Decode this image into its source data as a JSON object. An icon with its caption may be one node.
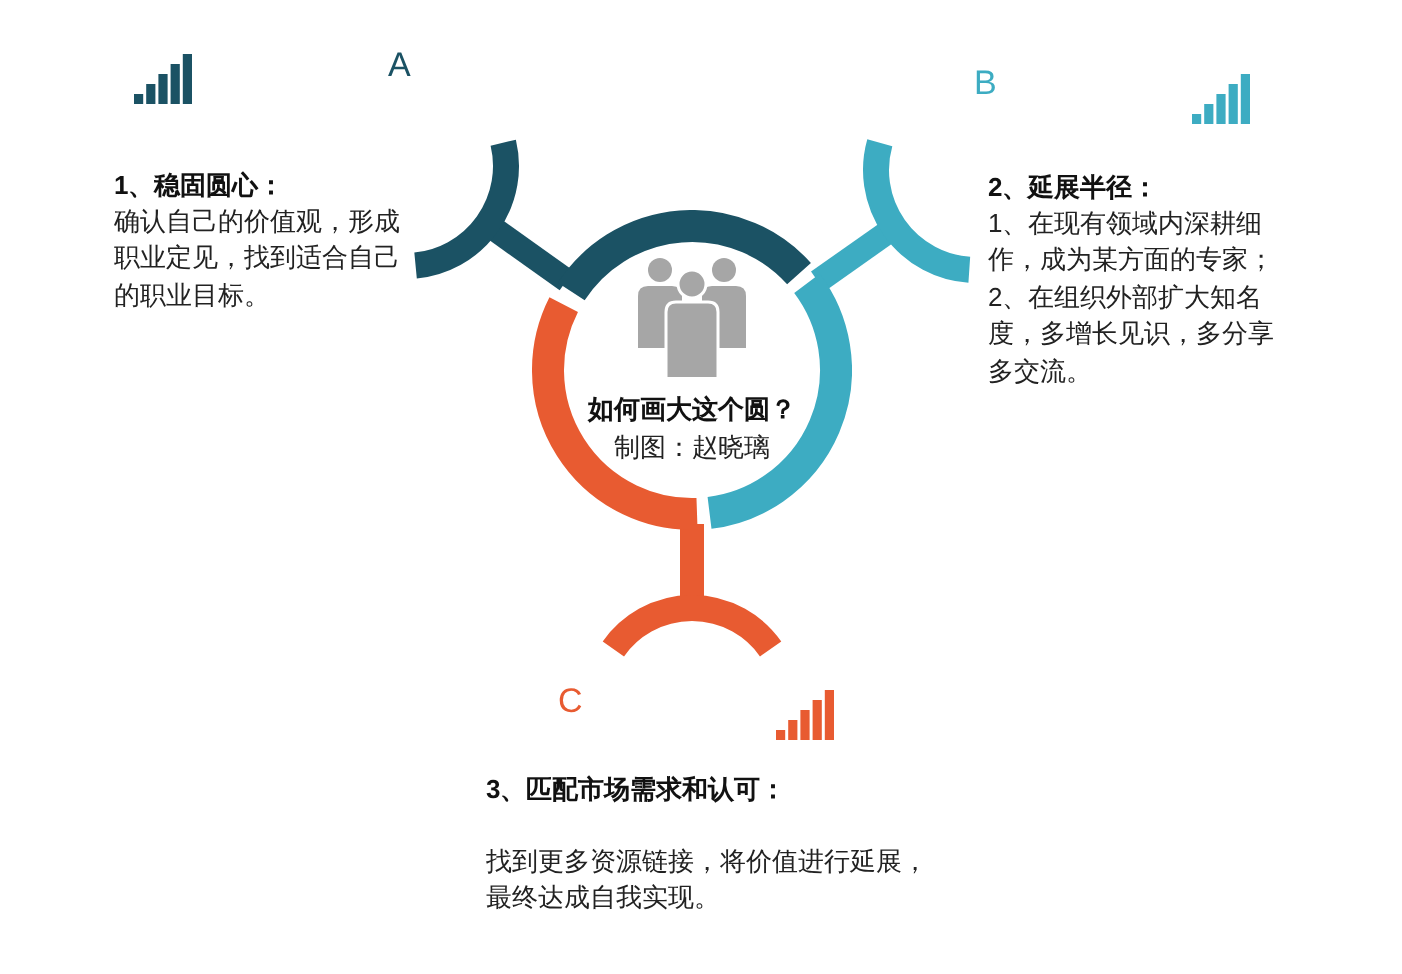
{
  "diagram": {
    "nodes": [
      {
        "text": [
          "如何画大这个圆？",
          "制图：赵晓璃"
        ]
      },
      {
        "text": [],
        "shape": "arc",
        "beside": [
          "A",
          "1、稳固圆心：",
          "确认自己的价值观，形成职业定见，找到适合自己的职业目标。"
        ]
      },
      {
        "text": [],
        "shape": "arc",
        "beside": [
          "B",
          "2、延展半径：",
          "1、在现有领域内深耕细作，成为某方面的专家；2、在组织外部扩大知名度，多增长见识，多分享多交流。"
        ]
      },
      {
        "text": [],
        "shape": "arc",
        "beside": [
          "C",
          "3、匹配市场需求和认可：",
          "找到更多资源链接，将价值进行延展，最终达成自我实现。"
        ]
      }
    ],
    "edges": [
      {
        "from": 0,
        "to": 1,
        "arrow": "none",
        "color": "#1b5264"
      },
      {
        "from": 0,
        "to": 2,
        "arrow": "none",
        "color": "#3dacc2"
      },
      {
        "from": 0,
        "to": 3,
        "arrow": "none",
        "color": "#e85b31"
      }
    ]
  }
}
